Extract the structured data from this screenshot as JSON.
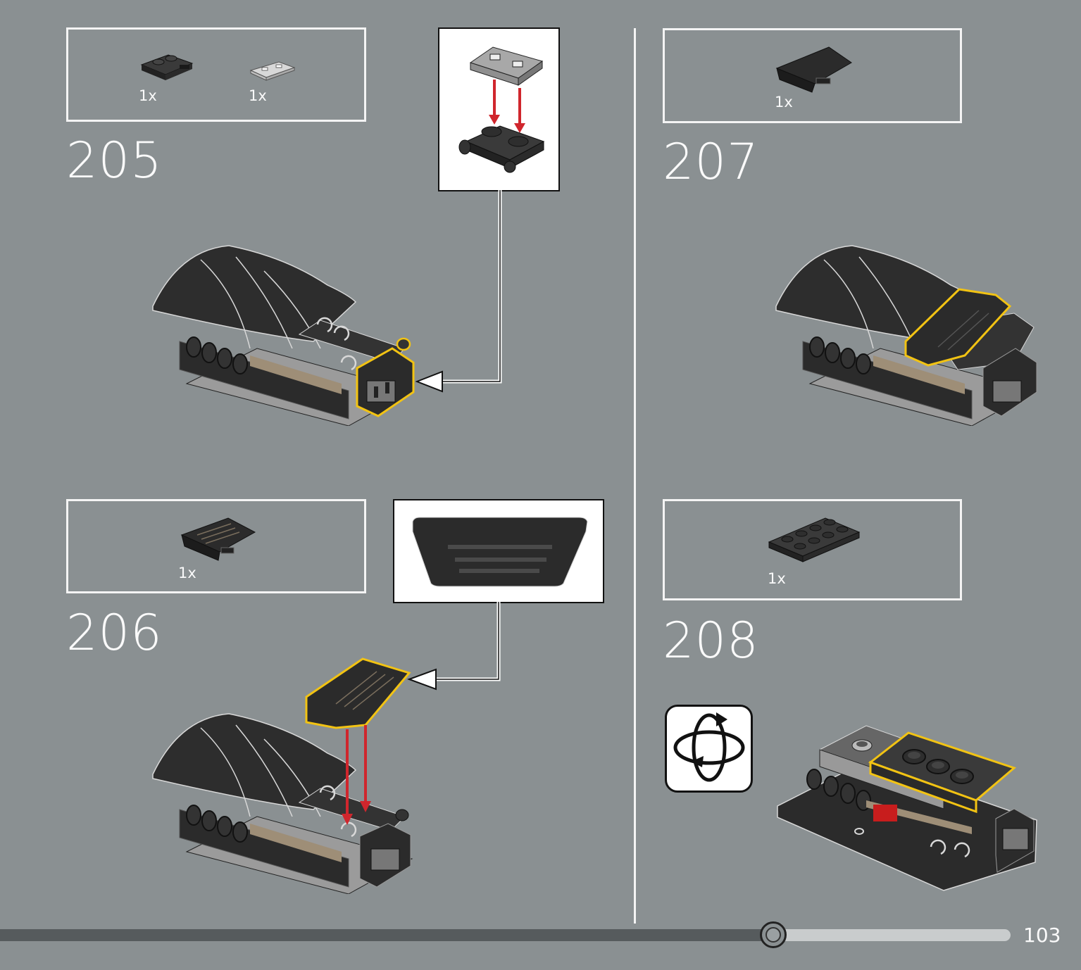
{
  "page": {
    "number": "103"
  },
  "progress": {
    "fraction": 0.765
  },
  "steps": [
    {
      "number": "205",
      "parts": [
        {
          "qty": "1x",
          "icon": "plate-with-clips-icon"
        },
        {
          "qty": "1x",
          "icon": "tile-1x2-light-gray-icon"
        }
      ]
    },
    {
      "number": "206",
      "parts": [
        {
          "qty": "1x",
          "icon": "curved-slope-black-icon"
        }
      ]
    },
    {
      "number": "207",
      "parts": [
        {
          "qty": "1x",
          "icon": "curved-slope-black-icon"
        }
      ]
    },
    {
      "number": "208",
      "parts": [
        {
          "qty": "1x",
          "icon": "plate-2x4-black-icon"
        }
      ]
    }
  ],
  "icons": {
    "rotate": "rotate-model-icon"
  },
  "colors": {
    "background": "#8a9092",
    "highlight": "#f2c313",
    "arrow_red": "#d0262d",
    "brick_black": "#2b2b2b",
    "brick_tan": "#9e8e77"
  }
}
